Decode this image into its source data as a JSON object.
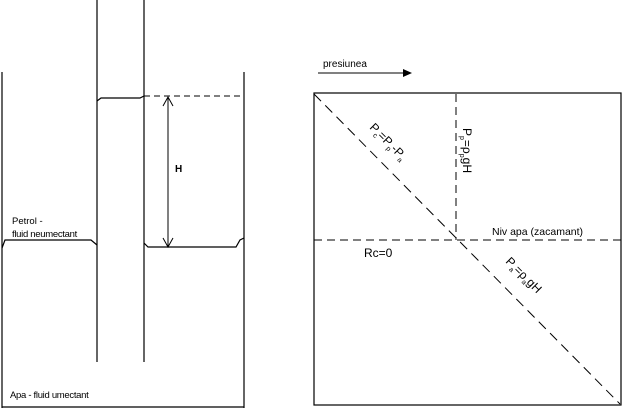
{
  "left_panel": {
    "height_label": "H",
    "oil_label_line1": "Petrol -",
    "oil_label_line2": "fluid neumectant",
    "water_label": "Apa - fluid umectant"
  },
  "right_panel": {
    "pressure_axis_label": "presiunea",
    "capillary_pressure_formula": {
      "P": "P",
      "c": "c",
      "eq": "=P",
      "p": "p",
      "minus": "-P",
      "a": "a"
    },
    "oil_column_formula": {
      "P": "P",
      "p": "p",
      "eq": "=ρ",
      "p2": "p",
      "gH": "gH"
    },
    "water_level_label": "Niv apa (zacamant)",
    "zero_capillary_label": "Rc=0",
    "water_column_formula": {
      "P": "P",
      "a": "a",
      "eq": "=ρ",
      "a2": "a",
      "gH": "gH"
    }
  }
}
